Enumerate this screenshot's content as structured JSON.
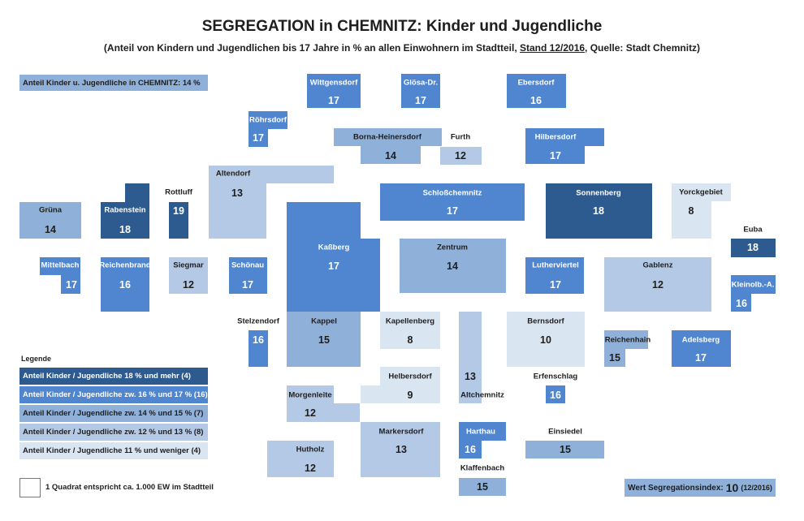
{
  "title": "SEGREGATION in CHEMNITZ: Kinder und Jugendliche",
  "subtitle": {
    "before": "(Anteil von Kindern und Jugendlichen bis 17 Jahre in % an allen Einwohnern im Stadtteil, ",
    "stand": "Stand 12/2016",
    "after": ", Quelle: Stadt Chemnitz)"
  },
  "colors": {
    "c18": "#2e5b8f",
    "c16": "#4f86cf",
    "c14": "#8fb0d9",
    "c12": "#b4c9e6",
    "c11": "#dae5f2"
  },
  "info_box": "Anteil Kinder u. Jugendliche in CHEMNITZ: 14 %",
  "legend": {
    "title": "Legende",
    "items": [
      "Anteil Kinder / Jugendliche 18 % und mehr (4)",
      "Anteil Kinder / Jugendliche zw. 16 % und 17 % (16)",
      "Anteil Kinder / Jugendliche zw. 14 % und 15 % (7)",
      "Anteil Kinder / Jugendliche zw. 12  % und 13 % (8)",
      "Anteil Kinder / Jugendliche 11 % und weniger (4)"
    ]
  },
  "square_note": "1 Quadrat entspricht ca. 1.000 EW im Stadtteil",
  "index": {
    "label": "Wert Segregationsindex:",
    "value": "10",
    "date": "(12/2016)"
  },
  "chart_data": {
    "type": "table",
    "title": "SEGREGATION in CHEMNITZ: Kinder und Jugendliche",
    "districts": [
      {
        "name": "Wittgensdorf",
        "value": 17
      },
      {
        "name": "Glösa-Dr.",
        "value": 17
      },
      {
        "name": "Ebersdorf",
        "value": 16
      },
      {
        "name": "Röhrsdorf",
        "value": 17
      },
      {
        "name": "Borna-Heinersdorf",
        "value": 14
      },
      {
        "name": "Furth",
        "value": 12
      },
      {
        "name": "Hilbersdorf",
        "value": 17
      },
      {
        "name": "Altendorf",
        "value": 13
      },
      {
        "name": "Grüna",
        "value": 14
      },
      {
        "name": "Rabenstein",
        "value": 18
      },
      {
        "name": "Rottluff",
        "value": 19
      },
      {
        "name": "Schloßchemnitz",
        "value": 17
      },
      {
        "name": "Sonnenberg",
        "value": 18
      },
      {
        "name": "Yorckgebiet",
        "value": 8
      },
      {
        "name": "Euba",
        "value": 18
      },
      {
        "name": "Mittelbach",
        "value": 17
      },
      {
        "name": "Reichenbrand",
        "value": 16
      },
      {
        "name": "Siegmar",
        "value": 12
      },
      {
        "name": "Schönau",
        "value": 17
      },
      {
        "name": "Kaßberg",
        "value": 17
      },
      {
        "name": "Zentrum",
        "value": 14
      },
      {
        "name": "Lutherviertel",
        "value": 17
      },
      {
        "name": "Gablenz",
        "value": 12
      },
      {
        "name": "Kleinolb.-A.",
        "value": 16
      },
      {
        "name": "Stelzendorf",
        "value": 16
      },
      {
        "name": "Kappel",
        "value": 15
      },
      {
        "name": "Kapellenberg",
        "value": 8
      },
      {
        "name": "Bernsdorf",
        "value": 10
      },
      {
        "name": "Reichenhain",
        "value": 15
      },
      {
        "name": "Adelsberg",
        "value": 17
      },
      {
        "name": "Altchemnitz",
        "value": 13
      },
      {
        "name": "Helbersdorf",
        "value": 9
      },
      {
        "name": "Erfenschlag",
        "value": 16
      },
      {
        "name": "Morgenleite",
        "value": 12
      },
      {
        "name": "Markersdorf",
        "value": 13
      },
      {
        "name": "Harthau",
        "value": 16
      },
      {
        "name": "Einsiedel",
        "value": 15
      },
      {
        "name": "Hutholz",
        "value": 12
      },
      {
        "name": "Klaffenbach",
        "value": 15
      }
    ]
  }
}
